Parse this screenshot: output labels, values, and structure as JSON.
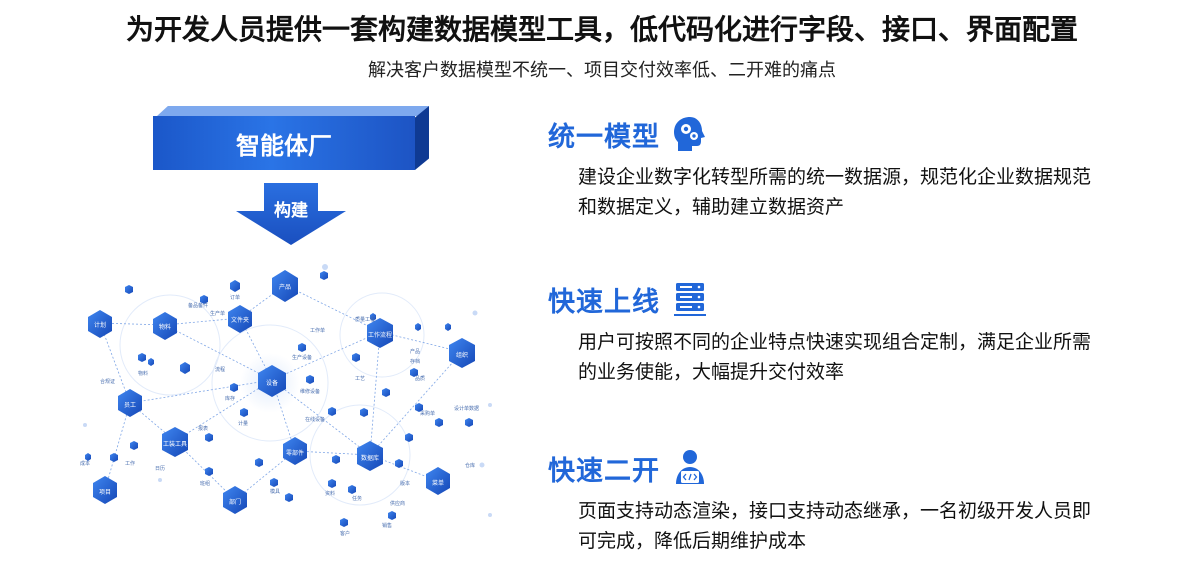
{
  "header": {
    "title": "为开发人员提供一套构建数据模型工具，低代码化进行字段、接口、界面配置",
    "subtitle": "解决客户数据模型不统一、项目交付效率低、二开难的痛点"
  },
  "left": {
    "box_label": "智能体厂",
    "arrow_label": "构建",
    "nodes": [
      "计划",
      "物料",
      "文件夹",
      "产品",
      "工作流程",
      "组织",
      "设备",
      "员工",
      "工装工具",
      "零部件",
      "数据库",
      "菜单",
      "项目",
      "部门"
    ],
    "small_labels": [
      "订单",
      "备品备件",
      "质量工程",
      "工作单",
      "合规证",
      "生产设备",
      "维修设备",
      "在线设备",
      "生产单",
      "设计单数据",
      "产品",
      "存档",
      "工艺",
      "物料",
      "品质",
      "报表",
      "流程",
      "版本",
      "采购单",
      "供应商",
      "工作",
      "班组",
      "客户",
      "仓库",
      "库存",
      "计量",
      "模具",
      "资料",
      "任务",
      "销售",
      "成本",
      "日历"
    ]
  },
  "features": [
    {
      "title": "统一模型",
      "icon": "head-gears-icon",
      "desc": "建设企业数字化转型所需的统一数据源，规范化企业数据规范和数据定义，辅助建立数据资产"
    },
    {
      "title": "快速上线",
      "icon": "server-icon",
      "desc": "用户可按照不同的企业特点快速实现组合定制，满足企业所需的业务使能，大幅提升交付效率"
    },
    {
      "title": "快速二开",
      "icon": "developer-icon",
      "desc": "页面支持动态渲染，接口支持动态继承，一名初级开发人员即可完成，降低后期维护成本"
    }
  ],
  "colors": {
    "accent": "#2167d9",
    "node": "#1f63d6",
    "line": "#7fa6e6"
  }
}
